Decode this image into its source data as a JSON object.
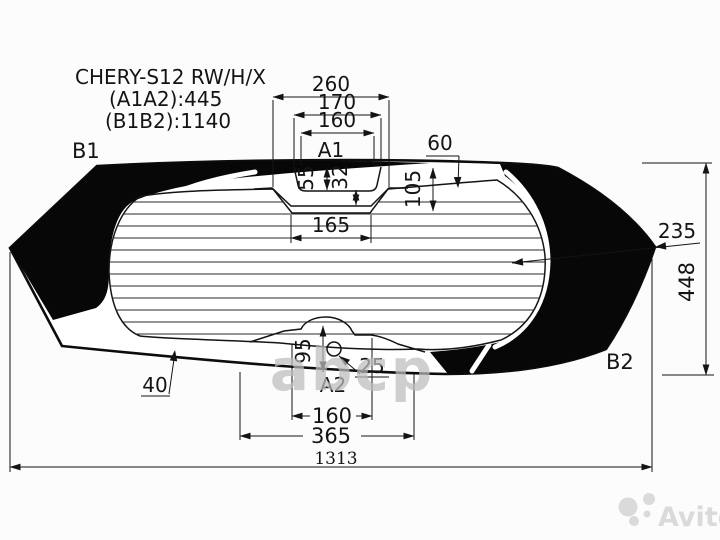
{
  "header": {
    "title": "CHERY-S12 RW/H/X",
    "spec_a": "(A1A2):445",
    "spec_b": "(B1B2):1140"
  },
  "labels": {
    "a1": "A1",
    "a2": "A2",
    "b1": "B1",
    "b2": "B2"
  },
  "dims": {
    "d260": "260",
    "d170": "170",
    "d160_top": "160",
    "d55": "55",
    "d32": "32",
    "d60": "60",
    "d105": "105",
    "d165": "165",
    "d235": "235",
    "d448": "448",
    "d40": "40",
    "d95": "95",
    "d25": "25",
    "d160_bottom": "160",
    "d365": "365",
    "d1313": "1313"
  },
  "watermarks": {
    "center": "abcp",
    "brand": "Avito"
  },
  "colors": {
    "ink": "#141414",
    "frit_band": "#070707",
    "paper": "#fcfcfc",
    "watermark_center": "#bdbdbd",
    "watermark_brand": "#dadada"
  }
}
